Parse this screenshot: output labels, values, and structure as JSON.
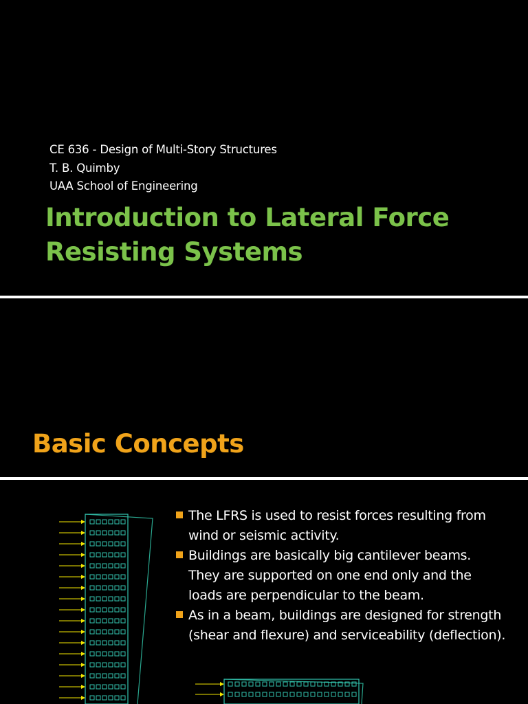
{
  "slide1": {
    "subtitle_lines": [
      "CE 636 - Design of Multi-Story Structures",
      "T. B. Quimby",
      "UAA School of Engineering"
    ],
    "title_lines": [
      "Introduction to Lateral Force",
      "Resisting Systems"
    ]
  },
  "slide2": {
    "title": "Basic Concepts"
  },
  "slide3": {
    "bullets": [
      "The LFRS is used to resist forces  resulting from wind or seismic activity.",
      "Buildings are basically big cantilever  beams.  They are supported on one end  only and the loads are perpendicular to  the beam.",
      "As in a beam, buildings are designed for strength (shear and flexure) and serviceability (deflection)."
    ],
    "colors": {
      "bullet": "#f0a31a",
      "building_outline": "#33c4b0",
      "deflected_outline": "#2aa890",
      "load_arrow": "#f2e600"
    }
  }
}
